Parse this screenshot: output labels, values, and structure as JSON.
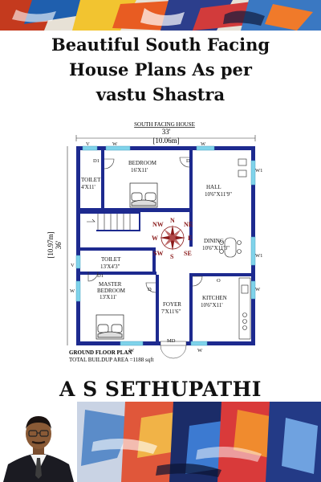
{
  "title": {
    "line1": "Beautiful South Facing",
    "line2": "House Plans As per",
    "line3": "vastu Shastra"
  },
  "plan": {
    "heading": "SOUTH FACING HOUSE",
    "width_ft": "33'",
    "width_m": "[10.06m]",
    "depth_ft": "36'",
    "depth_m": "[10.97m]",
    "rooms": {
      "bedroom": {
        "name": "BEDROOM",
        "size": "16'X11'"
      },
      "toilet1": {
        "name": "TOILET",
        "size": "4'X11'"
      },
      "hall": {
        "name": "HALL",
        "size": "10'6\"X11'9\""
      },
      "dining": {
        "name": "DINING",
        "size": "10'6\"X11'3\""
      },
      "toilet2": {
        "name": "TOILET",
        "size": "13'X4'3\""
      },
      "master": {
        "name": "MASTER",
        "name2": "BEDROOM",
        "size": "13'X11'"
      },
      "foyer": {
        "name": "FOYER",
        "size": "7'X11'6\""
      },
      "kitchen": {
        "name": "KITCHEN",
        "size": "10'6\"X11'"
      }
    },
    "labels": {
      "v": "V",
      "w": "W",
      "d": "D",
      "d1": "D1",
      "w1": "W1",
      "md": "MD",
      "o": "O"
    },
    "compass": {
      "n": "N",
      "s": "S",
      "e": "E",
      "w": "W",
      "ne": "NE",
      "nw": "NW",
      "se": "SE",
      "sw": "SW"
    },
    "floor_title": "GROUND FLOOR PLAN",
    "area": "TOTAL BUILDUP AREA =1188 sqft"
  },
  "author": "A S SETHUPATHI",
  "colors": {
    "wall": "#1d2a8f",
    "compass": "#8a1a1a",
    "window": "#7fd3ea"
  }
}
